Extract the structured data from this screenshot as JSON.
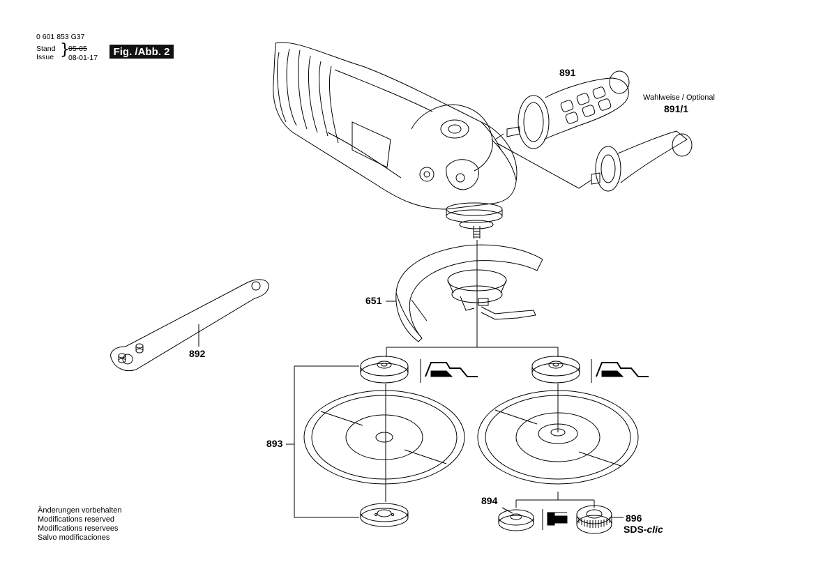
{
  "header": {
    "part_number": "0 601 853 G37",
    "stand_label": "Stand",
    "issue_label": "Issue",
    "stand_value": "05-05",
    "issue_value": "08-01-17",
    "figure_label": "Fig. /Abb. 2"
  },
  "parts": {
    "p891": "891",
    "p891_1": "891/1",
    "optional_label": "Wahlweise / Optional",
    "p651": "651",
    "p892": "892",
    "p893": "893",
    "p894": "894",
    "p896": "896",
    "sds_label": "SDS-",
    "sds_clic": "clic"
  },
  "footer_notes": [
    "Änderungen vorbehalten",
    "Modifications reserved",
    "Modifications reservees",
    "Salvo modificaciones"
  ]
}
